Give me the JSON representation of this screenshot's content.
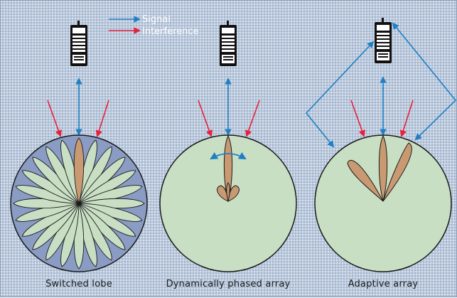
{
  "legend": {
    "signal_label": "Signal",
    "interference_label": "Interference"
  },
  "captions": {
    "switched": "Switched lobe",
    "phased": "Dynamically phased array",
    "adaptive": "Adaptive array"
  },
  "colors": {
    "signal": "#1f7fc4",
    "interference": "#e8203a",
    "cell": "#c9dfc4",
    "lobe": "#c99a72",
    "device": "#111111"
  },
  "icons": [
    "mobile-phone-icon",
    "signal-arrow",
    "interference-arrow"
  ]
}
